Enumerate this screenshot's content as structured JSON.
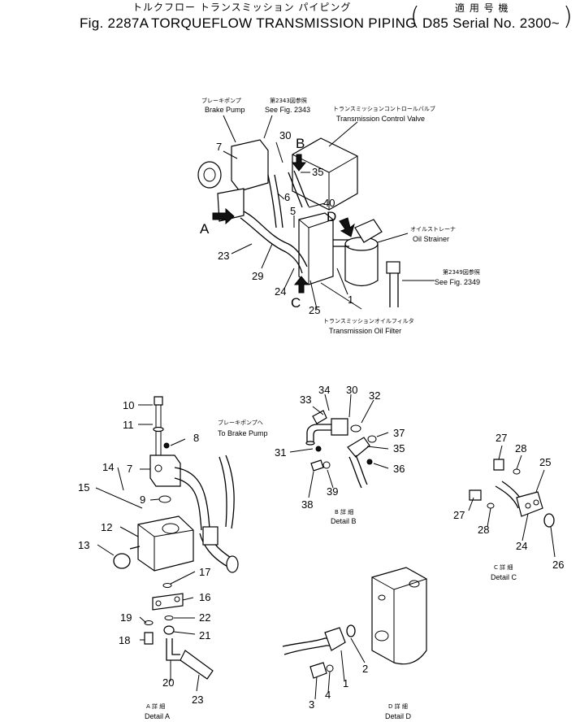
{
  "title": {
    "jp": "トルクフロー トランスミッション パイピング",
    "fig": "Fig. 2287A",
    "en": "TORQUEFLOW TRANSMISSION PIPING",
    "applicable_jp": "適 用 号 機",
    "serial": "D85 Serial No. 2300~"
  },
  "callouts": {
    "brake_pump_jp": "ブレーキポンプ",
    "brake_pump_en": "Brake Pump",
    "see2343_jp": "第2343図参照",
    "see2343_en": "See Fig. 2343",
    "tcv_jp": "トランスミッションコントロールバルブ",
    "tcv_en": "Transmission Control Valve",
    "strainer_jp": "オイルストレーナ",
    "strainer_en": "Oil Strainer",
    "see2349_jp": "第2349図参照",
    "see2349_en": "See Fig. 2349",
    "filter_jp": "トランスミッションオイルフィルタ",
    "filter_en": "Transmission Oil Filter",
    "to_brake_jp": "ブレーキポンプへ",
    "to_brake_en": "To Brake Pump"
  },
  "views": {
    "A": "A",
    "B": "B",
    "C": "C",
    "D": "D"
  },
  "details": {
    "a_jp": "A 詳 細",
    "a_en": "Detail A",
    "b_jp": "B 詳 細",
    "b_en": "Detail B",
    "c_jp": "C 詳 細",
    "c_en": "Detail C",
    "d_jp": "D 詳 細",
    "d_en": "Detail D"
  },
  "parts": {
    "main": [
      "7",
      "30",
      "35",
      "6",
      "40",
      "5",
      "23",
      "29",
      "24",
      "1",
      "25"
    ],
    "detail_a": [
      "10",
      "11",
      "8",
      "7",
      "14",
      "15",
      "9",
      "12",
      "13",
      "17",
      "16",
      "19",
      "22",
      "21",
      "18",
      "20",
      "23"
    ],
    "detail_b": [
      "34",
      "33",
      "30",
      "32",
      "37",
      "31",
      "35",
      "36",
      "38",
      "39"
    ],
    "detail_c": [
      "27",
      "28",
      "25",
      "27",
      "28",
      "24",
      "26"
    ],
    "detail_d": [
      "2",
      "3",
      "4",
      "1"
    ]
  }
}
